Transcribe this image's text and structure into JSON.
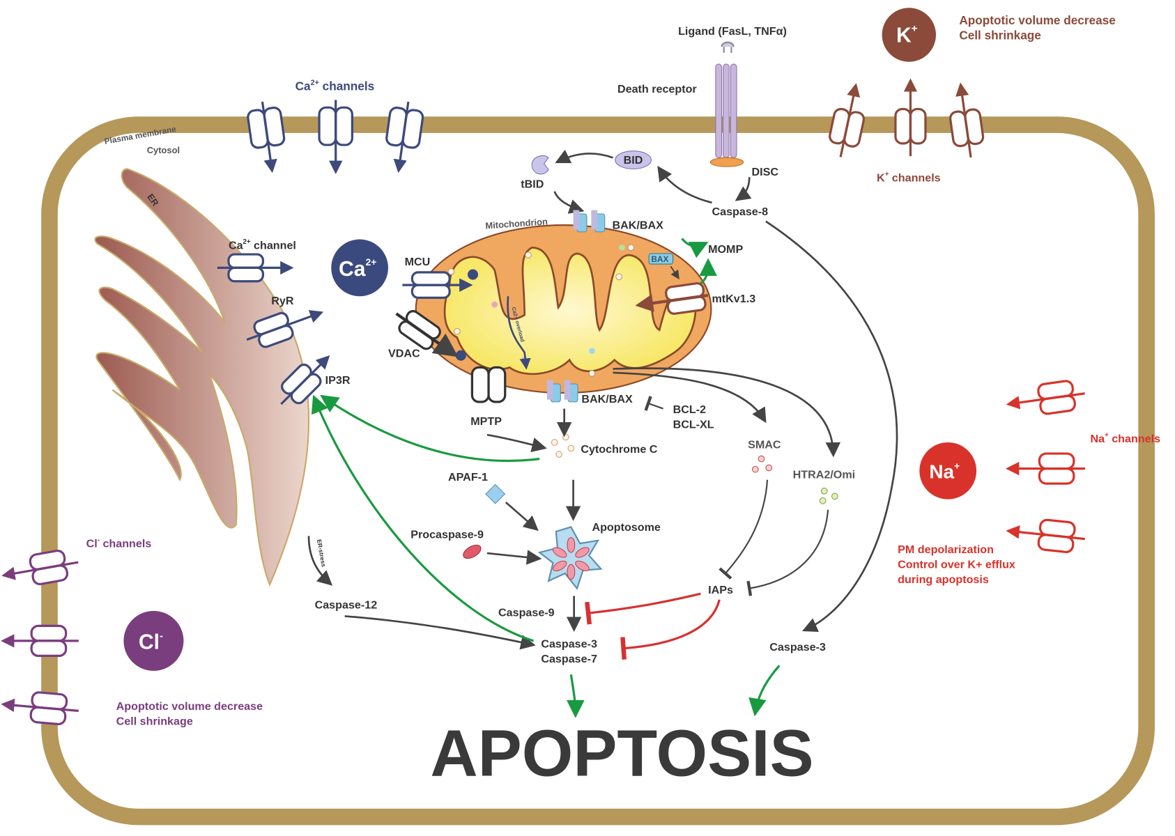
{
  "colors": {
    "membrane": "#b5985a",
    "calcium": "#3d4a7a",
    "potassium": "#8b4a3a",
    "sodium": "#d8322a",
    "chloride": "#7a3d7e",
    "activation": "#1a9a40",
    "inhibition": "#d83030",
    "mitochondrion": "#f0a860"
  },
  "membrane": {
    "plasma": "Plasma membrane",
    "cytosol": "Cytosol",
    "er": "ER"
  },
  "calcium": {
    "channels_base": "Ca",
    "channels_sup": "2+",
    "channels_rest": " channels",
    "ion_base": "Ca",
    "ion_sup": "2+",
    "er_channel_base": "Ca",
    "er_channel_sup": "2+",
    "er_channel_rest": " channel",
    "ryr": "RyR",
    "ip3r": "IP3R",
    "small_ion": "Ca2+"
  },
  "death": {
    "ligand": "Ligand (FasL, TNFα)",
    "receptor": "Death receptor",
    "disc": "DISC",
    "bid": "BID",
    "tbid": "tBID",
    "caspase8": "Caspase-8"
  },
  "potassium": {
    "ion_base": "K",
    "ion_sup": "+",
    "note1": "Apoptotic volume decrease",
    "note2": "Cell shrinkage",
    "channels_base": "K",
    "channels_sup": "+",
    "channels_rest": " channels"
  },
  "sodium": {
    "ion_base": "Na",
    "ion_sup": "+",
    "channels_base": "Na",
    "channels_sup": "+",
    "channels_rest": " channels",
    "note1": "PM depolarization",
    "note2": "Control over K+ efflux",
    "note3": "during apoptosis"
  },
  "chloride": {
    "ion_base": "Cl",
    "ion_sup": "-",
    "channels_base": "Cl",
    "channels_sup": "-",
    "channels_rest": " channels",
    "note1": "Apoptotic volume decrease",
    "note2": "Cell shrinkage"
  },
  "mito": {
    "label": "Mitochondrion",
    "bakbax_top": "BAK/BAX",
    "momp": "MOMP",
    "bax": "BAX",
    "mtkv": "mtKv1.3",
    "mcu": "MCU",
    "vdac": "VDAC",
    "mptp": "MPTP",
    "bakbax_bottom": "BAK/BAX",
    "bcl2": "BCL-2",
    "bclxl": "BCL-XL",
    "overload": "Ca2+ overload"
  },
  "pathway": {
    "cytc": "Cytochrome C",
    "smac": "SMAC",
    "htra2": "HTRA2/Omi",
    "apaf1": "APAF-1",
    "apoptosome": "Apoptosome",
    "procasp9": "Procaspase-9",
    "casp12": "Caspase-12",
    "er_stress": "ER-stress",
    "casp9": "Caspase-9",
    "iaps": "IAPs",
    "casp3": "Caspase-3",
    "casp7": "Caspase-7",
    "casp3_right": "Caspase-3",
    "apoptosis": "APOPTOSIS"
  }
}
